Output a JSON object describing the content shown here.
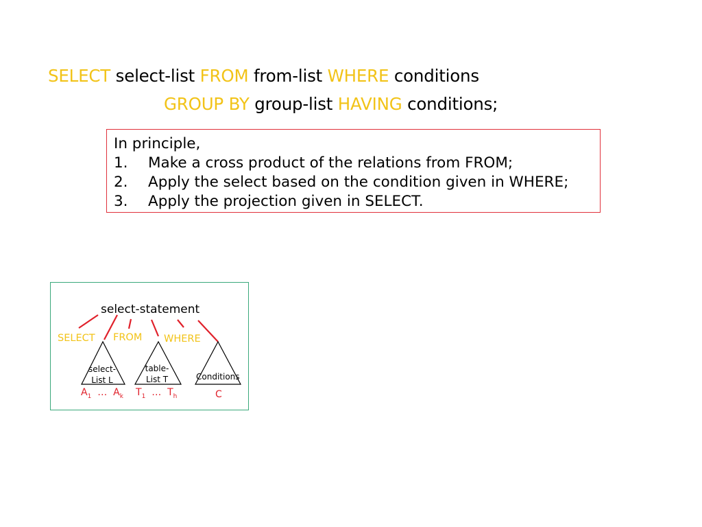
{
  "query": {
    "select_kw": "SELECT",
    "select_list": "select-list",
    "from_kw": "FROM",
    "from_list": "from-list",
    "where_kw": "WHERE",
    "conditions1": "conditions",
    "groupby_kw": "GROUP BY",
    "group_list": "group-list",
    "having_kw": "HAVING",
    "conditions2": "conditions;"
  },
  "principle": {
    "intro": "In principle,",
    "steps": [
      {
        "num": "1.",
        "text": "Make a cross product of the relations from FROM;"
      },
      {
        "num": "2.",
        "text": "Apply the select based on the condition given in WHERE;"
      },
      {
        "num": "3.",
        "text": "Apply the projection given in SELECT."
      }
    ]
  },
  "tree": {
    "root": "select-statement",
    "select_kw": "SELECT",
    "from_kw": "FROM",
    "where_kw": "WHERE",
    "select_list_1": "select-",
    "select_list_2": "List L",
    "table_list_1": "table-",
    "table_list_2": "List T",
    "conditions": "Conditions",
    "a_letter": "A",
    "a_sub1": "1",
    "ellipsis": "…",
    "a_subk": "k",
    "t_letter": "T",
    "t_sub1": "1",
    "t_subh": "h",
    "c_label": "C"
  },
  "colors": {
    "keyword": "#f2c318",
    "principle_border": "#e0303a",
    "tree_border": "#3aa87a",
    "edge": "#e0202a"
  }
}
